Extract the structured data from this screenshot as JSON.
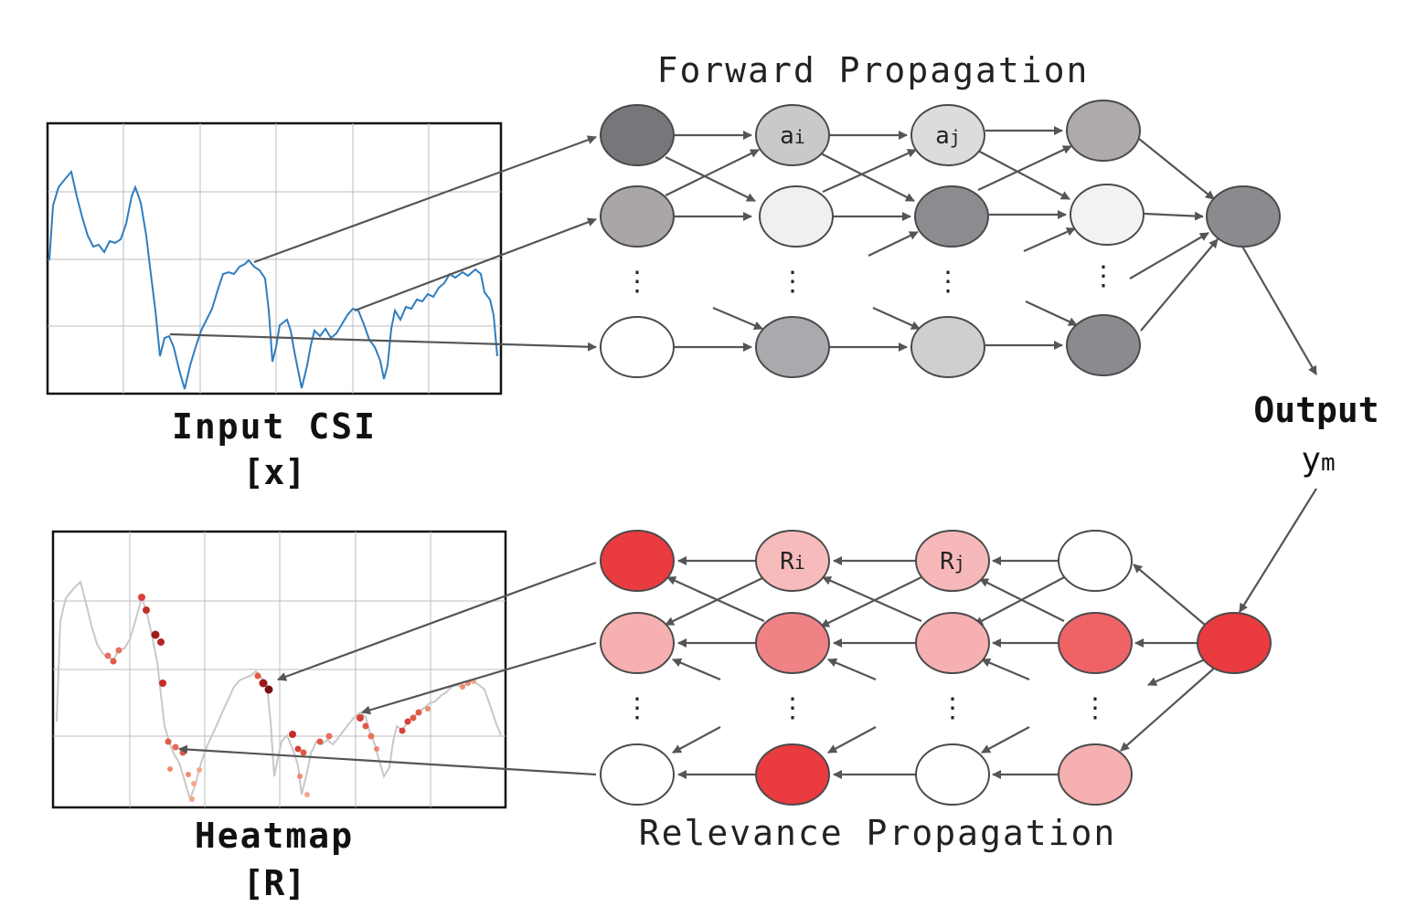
{
  "labels": {
    "forward_title": "Forward Propagation",
    "relevance_title": "Relevance Propagation",
    "input_title": "Input CSI",
    "input_symbol": "[x]",
    "heatmap_title": "Heatmap",
    "heatmap_symbol": "[R]",
    "output_title": "Output",
    "output_var": "y",
    "output_sub": "m",
    "a_i": "a",
    "a_i_sub": "i",
    "a_j": "a",
    "a_j_sub": "j",
    "r_i": "R",
    "r_i_sub": "i",
    "r_j": "R",
    "r_j_sub": "j",
    "ellipsis": "⋮"
  },
  "colors": {
    "input_line": "#2f7dc0",
    "heatmap_line": "#c8c8c8",
    "arrow": "#555555",
    "forward_nodes": {
      "n0": [
        "#76777a",
        "#a9a6a5",
        "#ffffff"
      ],
      "n1": [
        "#c9c9ca",
        "#f0f0f0",
        "#a9aaad"
      ],
      "n2": [
        "#dcdcdd",
        "#8b8c8f",
        "#d0cfd0"
      ],
      "n3": [
        "#aeaaa9",
        "#f2f2f2",
        "#8a8b8f"
      ],
      "out": "#8a8b8f"
    },
    "relevance_nodes": {
      "n0": [
        "#e93b40",
        "#f6b0b2",
        "#ffffff"
      ],
      "n1": [
        "#f7bbbc",
        "#f08285",
        "#e93b40"
      ],
      "n2": [
        "#f7b8ba",
        "#f6b0b2",
        "#ffffff"
      ],
      "n3": [
        "#ffffff",
        "#ef6367",
        "#f6b0b2"
      ],
      "out": "#e93b40"
    }
  }
}
